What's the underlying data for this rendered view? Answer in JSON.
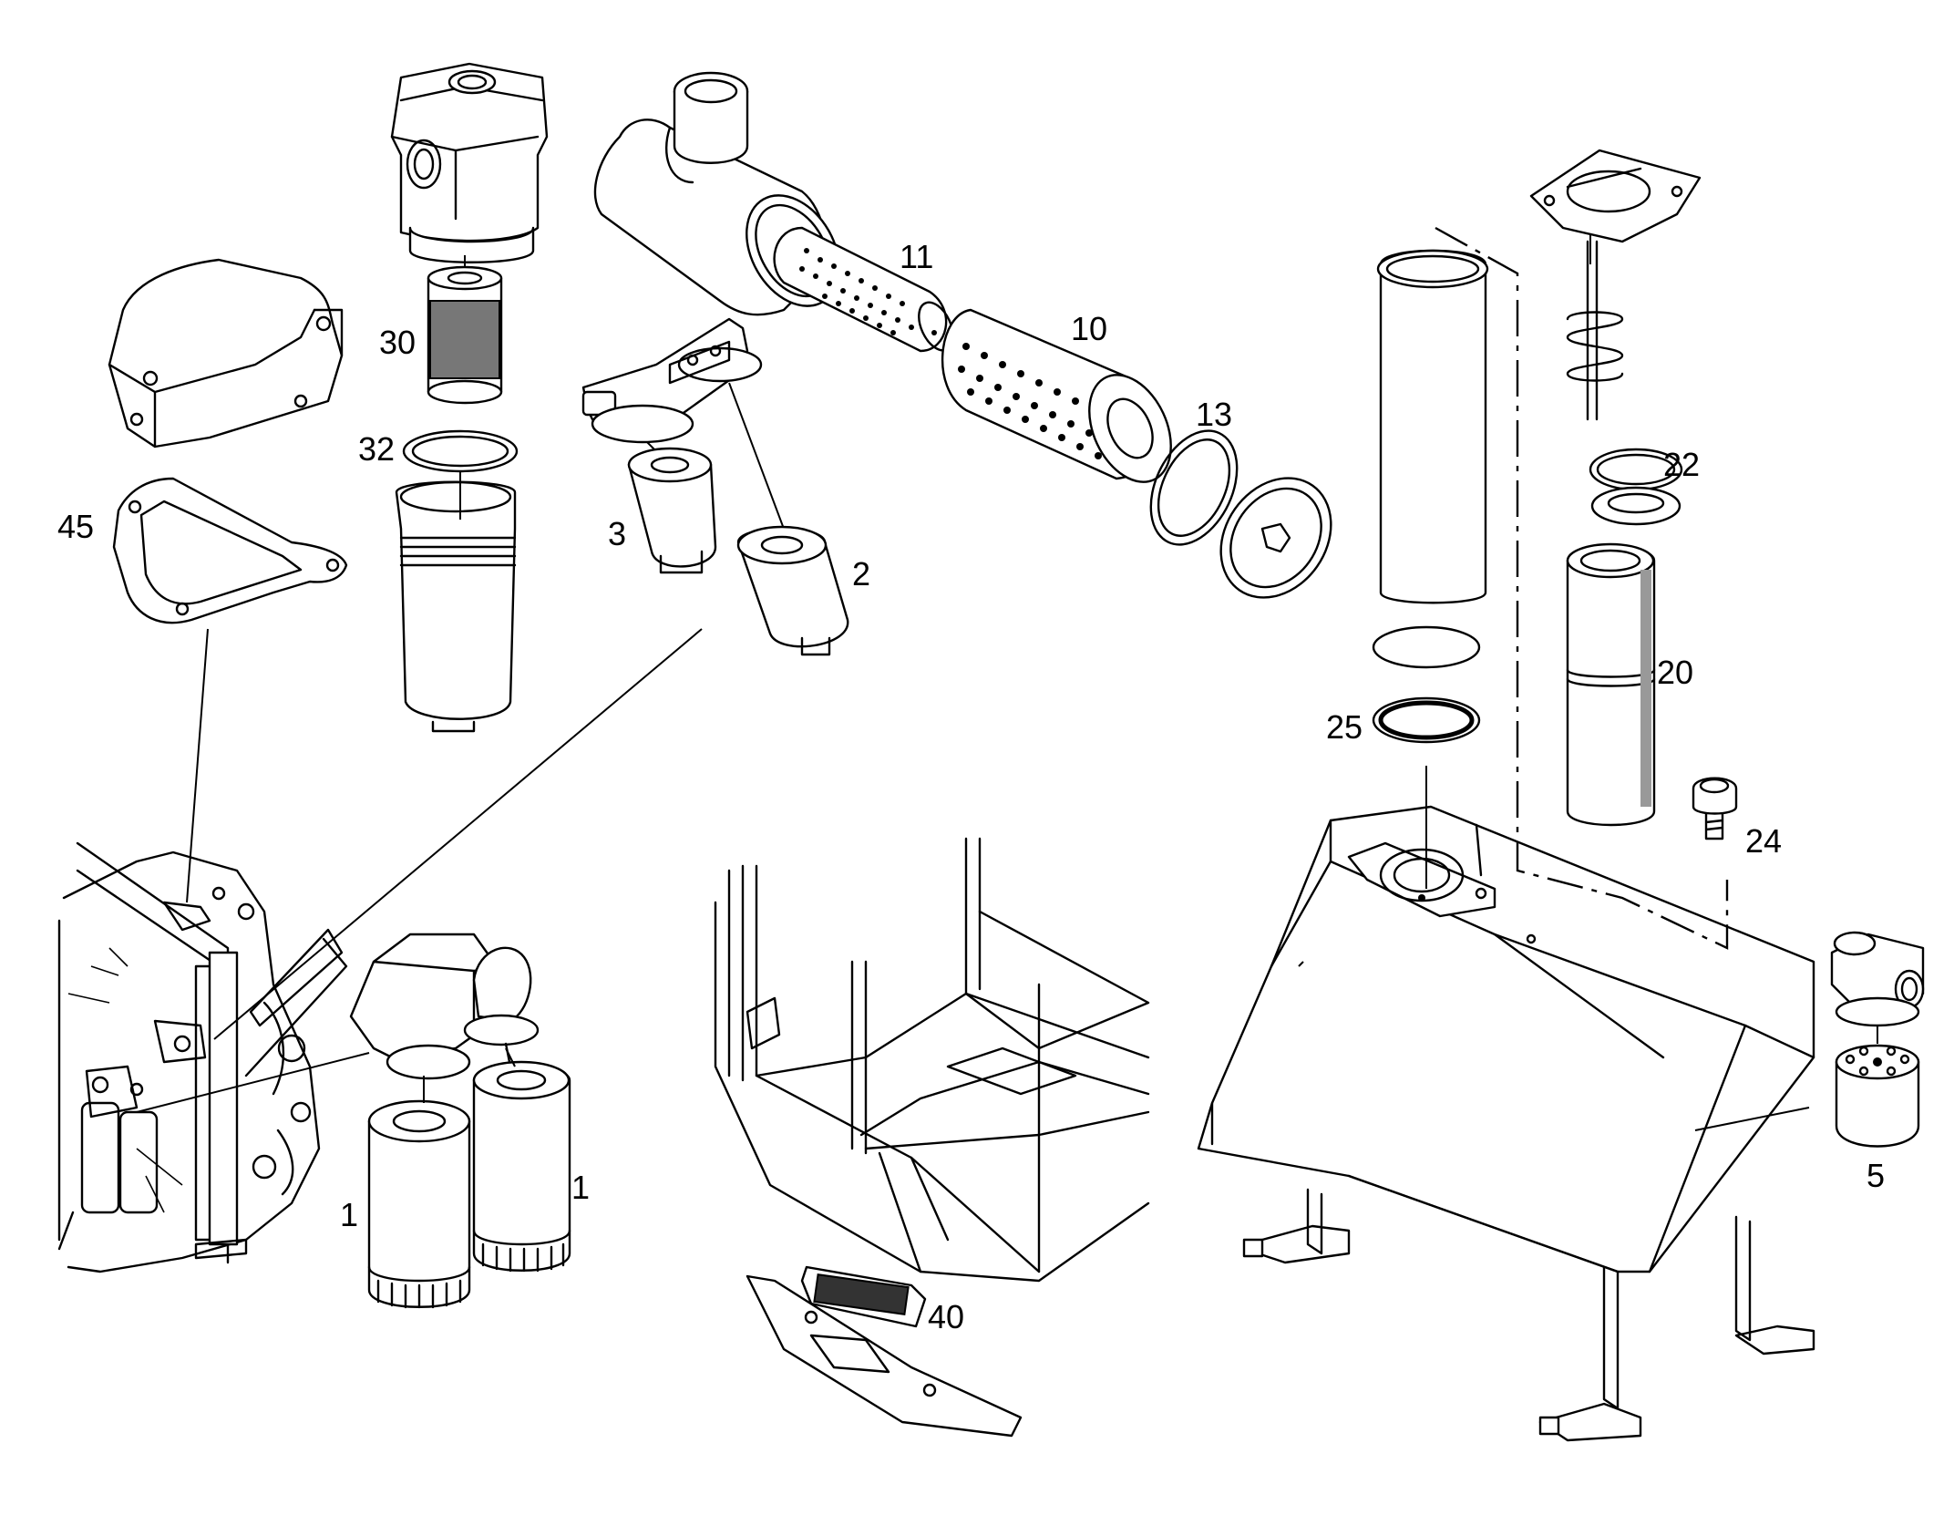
{
  "callouts": {
    "c30": "30",
    "c32": "32",
    "c45": "45",
    "c11": "11",
    "c10": "10",
    "c13": "13",
    "c3": "3",
    "c2": "2",
    "c1_left": "1",
    "c1_right": "1",
    "c22": "22",
    "c20": "20",
    "c25": "25",
    "c24": "24",
    "c5": "5",
    "c40": "40"
  }
}
